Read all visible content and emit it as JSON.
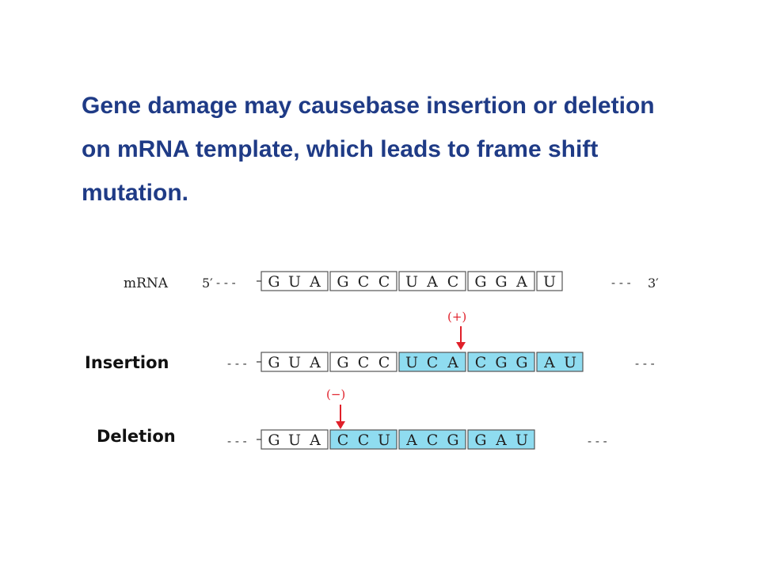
{
  "title": {
    "line1": "Gene damage may causebase insertion or deletion",
    "line2": "on mRNA template, which leads to frame shift",
    "line3": "mutation."
  },
  "labels": {
    "mrna": "mRNA",
    "five_prime": "5′",
    "three_prime": "3′",
    "dashes": "- - -",
    "insertion": "Insertion",
    "deletion": "Deletion",
    "insertion_marker": "(+)",
    "deletion_marker": "(−)"
  },
  "sequences": {
    "mrna": [
      [
        "G",
        "U",
        "A"
      ],
      [
        "G",
        "C",
        "C"
      ],
      [
        "U",
        "A",
        "C"
      ],
      [
        "G",
        "G",
        "A"
      ],
      [
        "U"
      ]
    ],
    "insertion": [
      [
        "G",
        "U",
        "A"
      ],
      [
        "G",
        "C",
        "C"
      ],
      [
        "U",
        "C",
        "A"
      ],
      [
        "C",
        "G",
        "G"
      ],
      [
        "A",
        "U"
      ]
    ],
    "deletion": [
      [
        "G",
        "U",
        "A"
      ],
      [
        "C",
        "C",
        "U"
      ],
      [
        "A",
        "C",
        "G"
      ],
      [
        "G",
        "A",
        "U"
      ]
    ]
  },
  "highlight": {
    "insertion_from_codon": 2,
    "deletion_from_codon": 1
  },
  "colors": {
    "title": "#1f3b86",
    "highlight": "#8fdcf0",
    "arrow": "#e0202a",
    "box_border": "#555555"
  }
}
